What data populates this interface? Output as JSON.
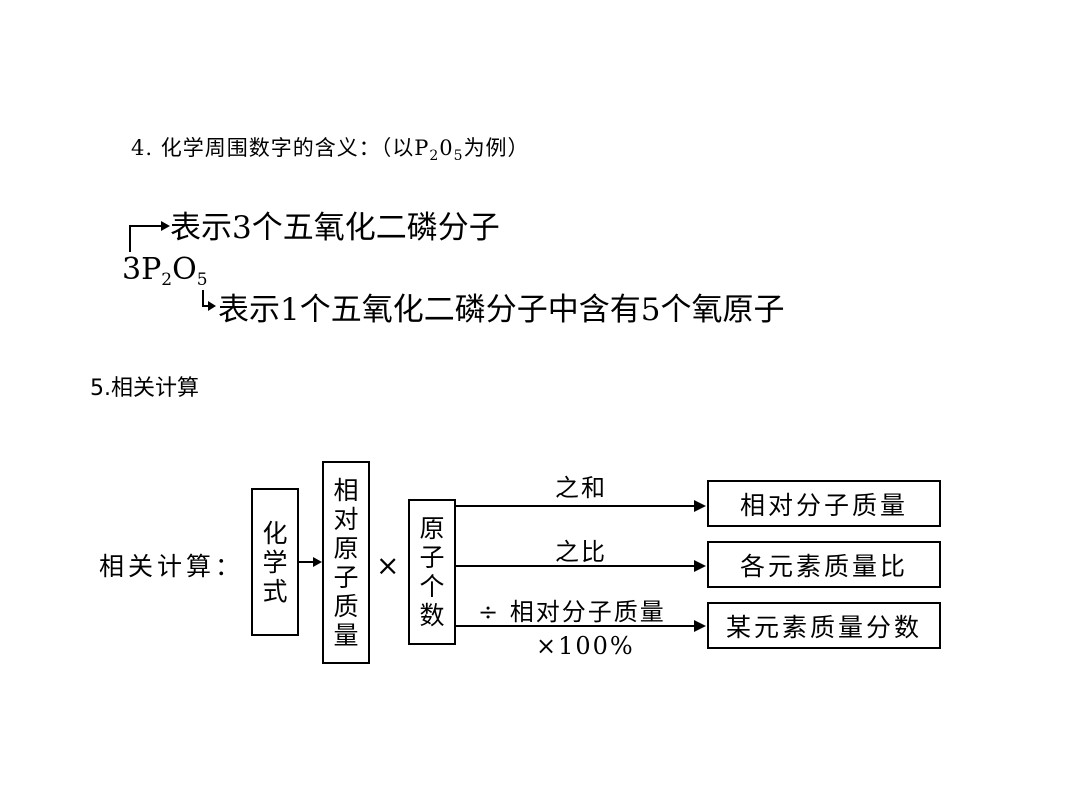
{
  "section4": {
    "title_prefix": "4. 化学周围数字的含义：（以P",
    "title_sub1": "2",
    "title_mid": "0",
    "title_sub2": "5",
    "title_suffix": "为例）",
    "meaning_top": "表示3个五氧化二磷分子",
    "formula_coef": "3P",
    "formula_sub1": "2",
    "formula_o": "O",
    "formula_sub2": "5",
    "meaning_bottom": "表示1个五氧化二磷分子中含有5个氧原子"
  },
  "section5": {
    "title": "5.相关计算"
  },
  "diagram": {
    "label": "相关计算：",
    "box_formula": [
      "化",
      "学",
      "式"
    ],
    "box_atomic_mass": [
      "相",
      "对",
      "原",
      "子",
      "质",
      "量"
    ],
    "times": "×",
    "box_atom_count": [
      "原",
      "子",
      "个",
      "数"
    ],
    "arrow1_label": "之和",
    "arrow2_label": "之比",
    "arrow3_label_top": "÷ 相对分子质量",
    "arrow3_label_bottom": "×100%",
    "result1": "相对分子质量",
    "result2": "各元素质量比",
    "result3": "某元素质量分数"
  }
}
